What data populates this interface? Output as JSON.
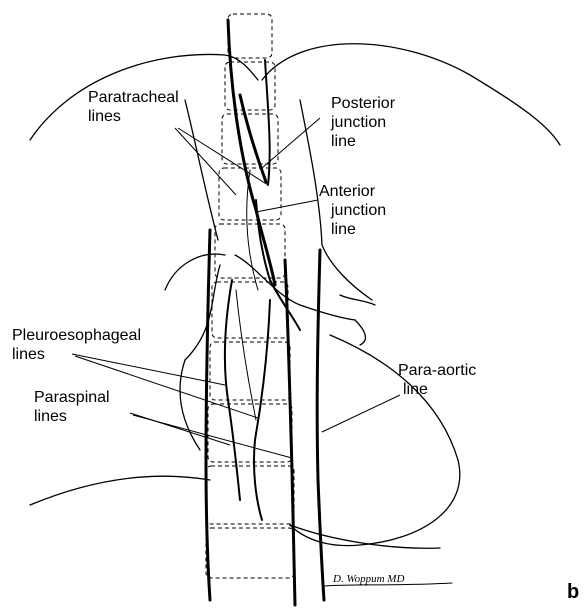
{
  "labels": {
    "paratracheal_1": "Paratracheal",
    "paratracheal_2": "lines",
    "posterior_1": "Posterior",
    "posterior_2": "junction",
    "posterior_3": "line",
    "anterior_1": "Anterior",
    "anterior_2": "junction",
    "anterior_3": "line",
    "pleuroesophageal_1": "Pleuroesophageal",
    "pleuroesophageal_2": "lines",
    "paraspinal_1": "Paraspinal",
    "paraspinal_2": "lines",
    "paraaortic_1": "Para-aortic",
    "paraaortic_2": "line"
  },
  "panel_letter": "b",
  "signature": "D. Woppum MD"
}
